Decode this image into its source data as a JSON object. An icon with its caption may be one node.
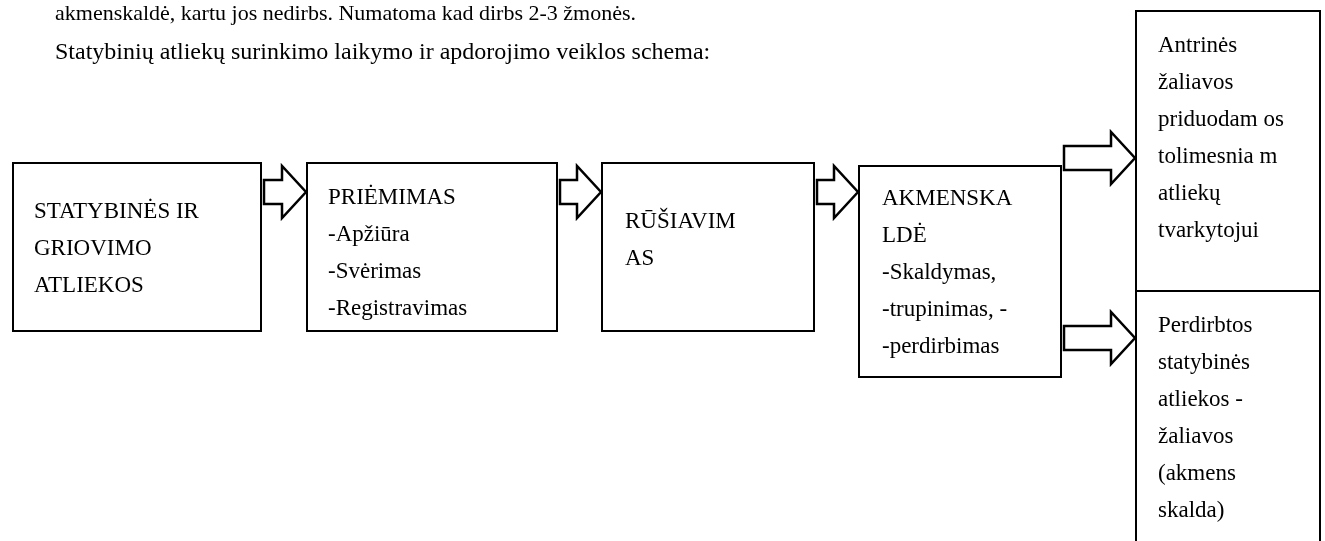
{
  "diagram": {
    "nodes": [
      {
        "text": [
          "STATYBINĖS IR GRIOVIMO ATLIEKOS"
        ]
      },
      {
        "text": [
          "PRIĖMIMAS",
          "-Apžiūra",
          "-Svėrimas",
          "-Registravimas"
        ]
      },
      {
        "text": [
          "RŪŠIAVIM AS"
        ]
      },
      {
        "text": [
          "AKMENSKA LDĖ",
          "-Skaldymas,",
          "-trupinimas, -",
          "-perdirbimas"
        ]
      },
      {
        "text": [
          "Antrinės žaliavos priduodam os tolimesnia m atliekų tvarkytojui"
        ]
      },
      {
        "text": [
          "Perdirbtos statybinės atliekos - žaliavos (akmens skalda)"
        ]
      }
    ],
    "edges": [
      {
        "from": 0,
        "to": 1,
        "arrow": "to"
      },
      {
        "from": 1,
        "to": 2,
        "arrow": "to"
      },
      {
        "from": 2,
        "to": 3,
        "arrow": "to"
      },
      {
        "from": 3,
        "to": 4,
        "arrow": "to"
      },
      {
        "from": 3,
        "to": 5,
        "arrow": "to"
      }
    ],
    "labels": [
      "akmenskaldė, kartu jos nedirbs. Numatoma kad dirbs 2-3 žmonės.",
      "Statybinių atliekų surinkimo laikymo ir apdorojimo veiklos schema:"
    ]
  }
}
